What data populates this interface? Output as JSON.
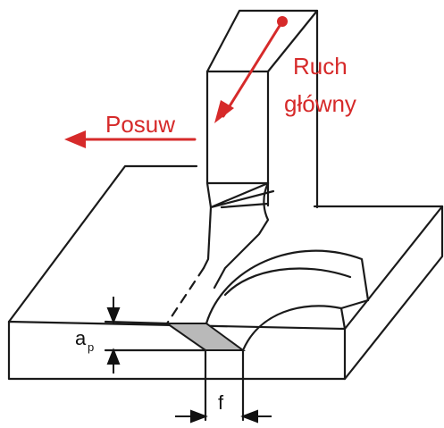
{
  "labels": {
    "main_motion_line1": "Ruch",
    "main_motion_line2": "główny",
    "feed": "Posuw",
    "depth_symbol": "a",
    "depth_subscript": "p",
    "feed_dimension": "f"
  },
  "colors": {
    "outline": "#1a1a1a",
    "arrow_red": "#d62a2a",
    "chip_section": "#b9b9b9",
    "background": "#ffffff"
  }
}
